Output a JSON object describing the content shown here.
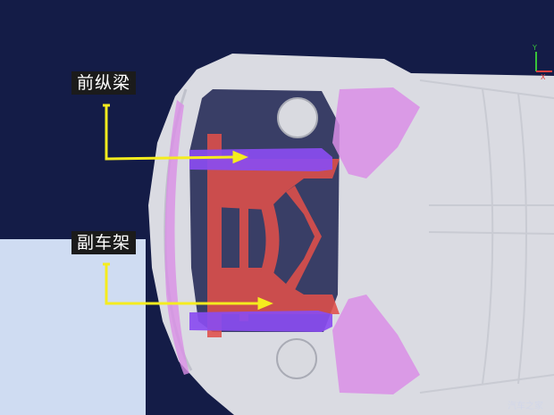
{
  "labels": {
    "front_longitudinal_beam": "前纵梁",
    "subframe": "副车架"
  },
  "axis_indicator": {
    "y_label": "Y",
    "x_label": "X"
  },
  "watermark": "汽车之家",
  "colors": {
    "background": "#141c47",
    "panel": "#cfdcf2",
    "body_shell": "#e9eaee",
    "longitudinal_beam": "#8a4cf0",
    "subframe": "#e0504a",
    "body_reinforcement": "#d98ee6",
    "callout_line": "#f5ec1e",
    "label_bg": "#1b1b1b"
  }
}
